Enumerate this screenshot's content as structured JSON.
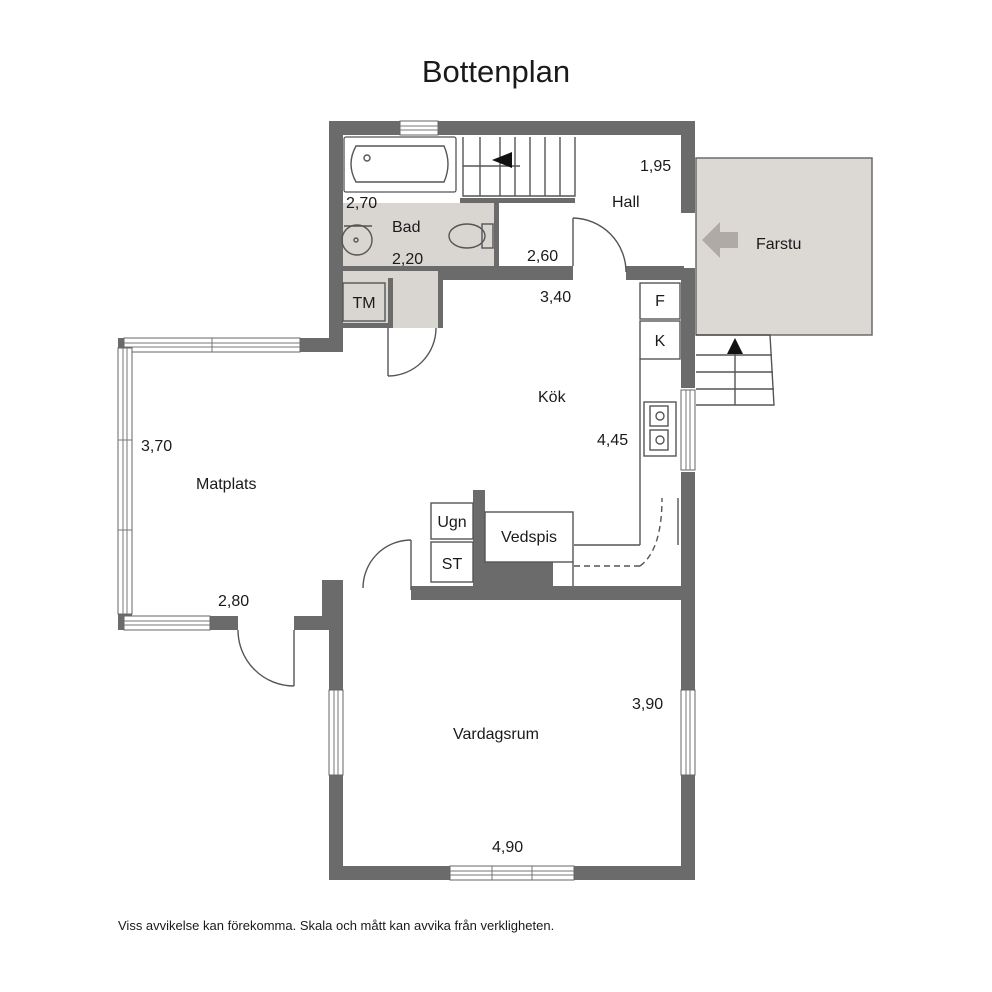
{
  "title": "Bottenplan",
  "rooms": {
    "bad": "Bad",
    "hall": "Hall",
    "farstu": "Farstu",
    "kok": "Kök",
    "matplats": "Matplats",
    "vardagsrum": "Vardagsrum",
    "tm": "TM",
    "f": "F",
    "k": "K",
    "ugn": "Ugn",
    "st": "ST",
    "vedspis": "Vedspis"
  },
  "dimensions": {
    "bad_w": "2,70",
    "bad_h": "2,20",
    "hall_w": "1,95",
    "hall_h": "2,60",
    "kok_w": "3,40",
    "kok_h": "4,45",
    "mat_h": "3,70",
    "mat_w": "2,80",
    "vard_h": "3,90",
    "vard_w": "4,90"
  },
  "disclaimer": "Viss avvikelse kan förekomma. Skala och mått kan avvika från verkligheten.",
  "colors": {
    "wall": "#6b6b6b",
    "bath_floor": "#d9d6d2",
    "porch_floor": "#dcd8d4",
    "arrow": "#b0aaa6"
  }
}
